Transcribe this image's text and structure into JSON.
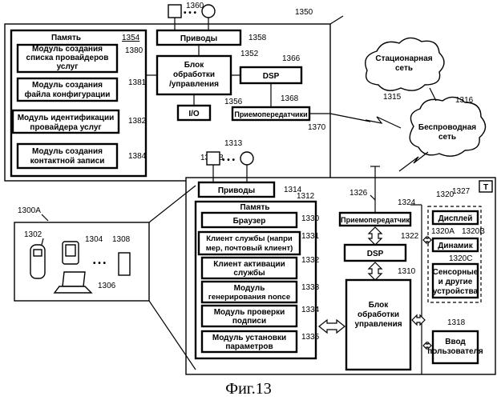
{
  "caption": "Фиг.13",
  "upper": {
    "ref_device": "1350",
    "memory": {
      "label": "Память",
      "ref": "1354"
    },
    "modules": [
      {
        "line1": "Модуль создания",
        "line2": "списка провайдеров",
        "line3": "услуг",
        "ref": "1380"
      },
      {
        "line1": "Модуль создания",
        "line2": "файла конфигурации",
        "ref": "1381"
      },
      {
        "line1": "Модуль идентификации",
        "line2": "провайдера услуг",
        "ref": "1382"
      },
      {
        "line1": "Модуль создания",
        "line2": "контактной записи",
        "ref": "1384"
      }
    ],
    "drives": {
      "label": "Приводы",
      "ref": "1358",
      "devices_ref": "1360"
    },
    "control": {
      "line1": "Блок",
      "line2": "обработки",
      "line3": "/управления",
      "ref": "1352"
    },
    "dsp": {
      "label": "DSP",
      "ref": "1366"
    },
    "io": {
      "label": "I/O",
      "ref": "1356"
    },
    "transceiver": {
      "label": "Приемопередатчики",
      "ref": "1368"
    },
    "link_ref": "1370"
  },
  "networks": {
    "stationary": {
      "line1": "Стационарная",
      "line2": "сеть",
      "ref": "1315"
    },
    "wireless": {
      "line1": "Беспроводная",
      "line2": "сеть",
      "ref": "1316"
    }
  },
  "lower": {
    "ref_device": "1300B",
    "ref_corner": "1327",
    "corner_label": "T",
    "drives": {
      "label": "Приводы",
      "ref": "1314",
      "devices_ref": "1313"
    },
    "memory": {
      "label": "Память",
      "ref": "1312"
    },
    "modules": [
      {
        "line1": "Браузер",
        "ref": "1330"
      },
      {
        "line1": "Клиент службы (напри",
        "line2": "мер, почтовый клиент)",
        "ref": "1331"
      },
      {
        "line1": "Клиент активации",
        "line2": "службы",
        "ref": "1332"
      },
      {
        "line1": "Модуль",
        "line2": "генерирования nonce",
        "ref": "1333"
      },
      {
        "line1": "Модуль проверки",
        "line2": "подписи",
        "ref": "1334"
      },
      {
        "line1": "Модуль установки",
        "line2": "параметров",
        "ref": "1335"
      }
    ],
    "transceiver": {
      "label": "Приемопередатчик",
      "ref": "1324",
      "antenna_ref": "1326"
    },
    "dsp": {
      "label": "DSP",
      "ref": "1322"
    },
    "control": {
      "line1": "Блок",
      "line2": "обработки",
      "line3": "управления",
      "ref": "1310"
    },
    "io_group": {
      "ref": "1320"
    },
    "display": {
      "label": "Дисплей",
      "ref": "1320A"
    },
    "speaker": {
      "label": "Динамик",
      "ref": "1320B"
    },
    "sensors": {
      "line1": "Сенсорные",
      "line2": "и другие",
      "line3": "устройства",
      "ref": "1320C"
    },
    "user_input": {
      "line1": "Ввод",
      "line2": "пользователя",
      "ref": "1318"
    }
  },
  "inset": {
    "ref": "1300A",
    "phone_ref": "1302",
    "pda_ref": "1304",
    "laptop_ref": "1306",
    "other_ref": "1308"
  }
}
